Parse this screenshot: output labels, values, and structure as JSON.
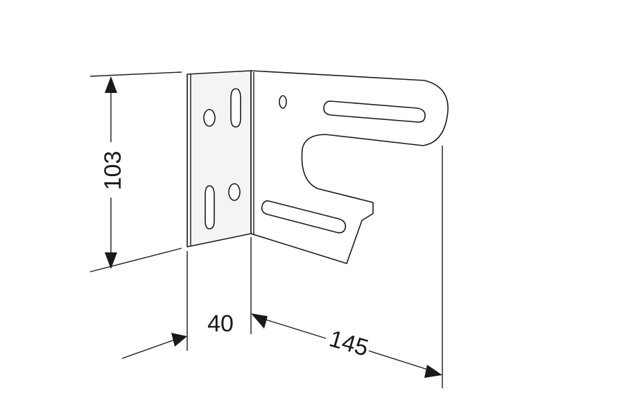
{
  "dimensions": {
    "height": "103",
    "depth": "40",
    "width": "145"
  },
  "colors": {
    "line": "#1a1a1a",
    "background": "#ffffff"
  }
}
